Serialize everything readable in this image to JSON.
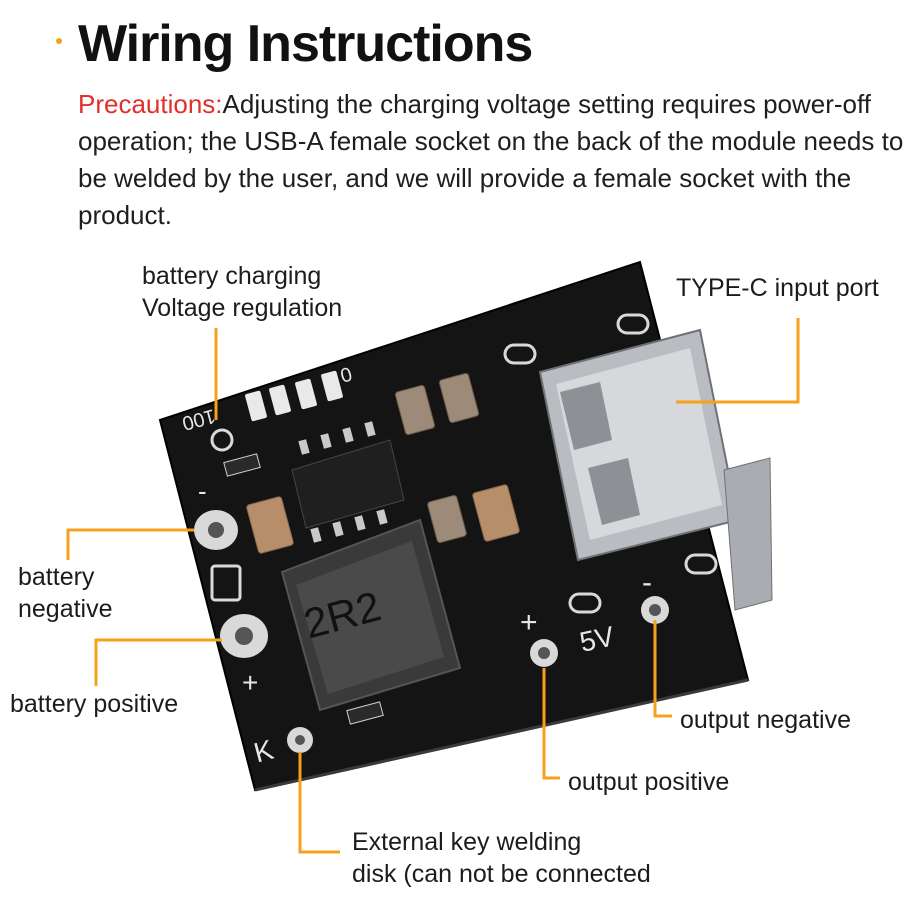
{
  "header": {
    "title": "Wiring Instructions",
    "precaution_label": "Precautions:",
    "precaution_text": "Adjusting the charging voltage setting requires power-off operation; the USB-A female socket on the back of the module needs to be welded by the user, and we will provide a female socket with the product."
  },
  "labels": {
    "voltage_reg_line1": "battery charging",
    "voltage_reg_line2": "Voltage regulation",
    "type_c": "TYPE-C input port",
    "battery_negative_line1": "battery",
    "battery_negative_line2": "negative",
    "battery_positive": "battery positive",
    "output_negative": "output negative",
    "output_positive": "output positive",
    "key_line1": "External key welding",
    "key_line2": "disk (can not be connected"
  },
  "board_marks": {
    "inductor": "2R2",
    "output_voltage": "5V",
    "plus_output": "+",
    "minus_output": "-",
    "plus_battery": "+",
    "minus_battery": "-",
    "key_mark": "K",
    "silk_100": "100",
    "silk_0": "0"
  },
  "colors": {
    "accent": "#f4a11d",
    "warning": "#e0302a",
    "board": "#141414"
  }
}
